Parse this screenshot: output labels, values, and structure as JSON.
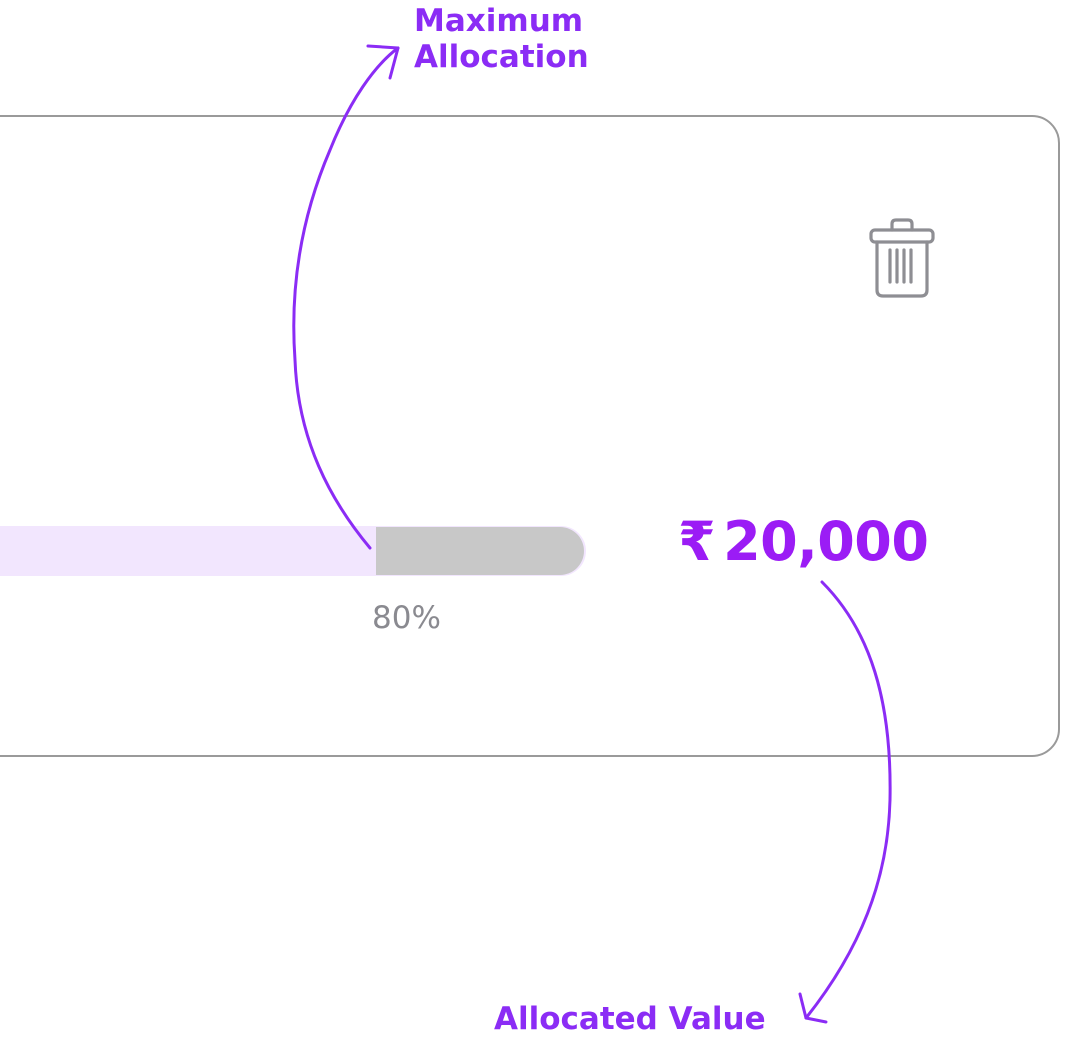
{
  "colors": {
    "accent": "#9b1cf5",
    "annotation": "#8b2cf5",
    "bar_allocated": "#f2e6fe",
    "bar_max": "#c8c8c8",
    "muted_text": "#8a8a90",
    "border": "#9a9a9a"
  },
  "annotations": {
    "max_allocation_line1": "Maximum",
    "max_allocation_line2": "Allocation",
    "allocated_value": "Allocated Value"
  },
  "allocation": {
    "percent_label": "80%",
    "percent": 80,
    "currency_symbol": "₹",
    "amount": "20,000"
  },
  "icons": {
    "delete": "trash-icon"
  }
}
